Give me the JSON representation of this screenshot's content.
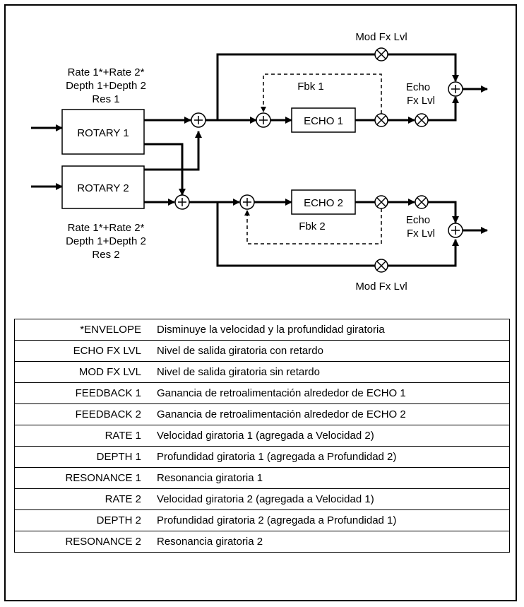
{
  "diagram": {
    "rotary1": "ROTARY 1",
    "rotary2": "ROTARY 2",
    "echo1": "ECHO 1",
    "echo2": "ECHO 2",
    "fbk1": "Fbk 1",
    "fbk2": "Fbk 2",
    "mod_fx_lvl_top": "Mod Fx Lvl",
    "mod_fx_lvl_bottom": "Mod Fx Lvl",
    "echo_fx_lvl_top": [
      "Echo",
      "Fx Lvl"
    ],
    "echo_fx_lvl_bottom": [
      "Echo",
      "Fx Lvl"
    ],
    "params_top": [
      "Rate 1*+Rate 2*",
      "Depth 1+Depth 2",
      "Res 1"
    ],
    "params_bottom": [
      "Rate 1*+Rate 2*",
      "Depth 1+Depth 2",
      "Res 2"
    ]
  },
  "table": {
    "rows": [
      {
        "key": "*ENVELOPE",
        "desc": "Disminuye la velocidad y la profundidad giratoria"
      },
      {
        "key": "ECHO FX LVL",
        "desc": "Nivel de salida giratoria con retardo"
      },
      {
        "key": "MOD FX LVL",
        "desc": "Nivel de salida giratoria sin retardo"
      },
      {
        "key": "FEEDBACK 1",
        "desc": "Ganancia de retroalimentación alrededor de ECHO 1"
      },
      {
        "key": "FEEDBACK 2",
        "desc": "Ganancia de retroalimentación alrededor de ECHO 2"
      },
      {
        "key": "RATE 1",
        "desc": "Velocidad giratoria 1 (agregada a Velocidad 2)"
      },
      {
        "key": "DEPTH 1",
        "desc": "Profundidad giratoria 1 (agregada a Profundidad 2)"
      },
      {
        "key": "RESONANCE 1",
        "desc": "Resonancia giratoria 1"
      },
      {
        "key": "RATE 2",
        "desc": "Velocidad giratoria 2 (agregada a Velocidad 1)"
      },
      {
        "key": "DEPTH 2",
        "desc": "Profundidad giratoria 2 (agregada a Profundidad 1)"
      },
      {
        "key": "RESONANCE 2",
        "desc": "Resonancia giratoria 2"
      }
    ]
  }
}
